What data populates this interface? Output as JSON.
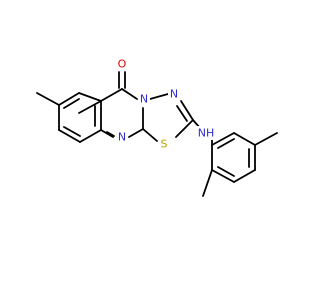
{
  "molecule": {
    "atoms": {
      "oxygen": {
        "label": "O",
        "color": "#e00000"
      },
      "n_fused": {
        "label": "N",
        "color": "#2d2dd6"
      },
      "n_ring_top": {
        "label": "N",
        "color": "#2d2dd6"
      },
      "n_ring_bottom": {
        "label": "N",
        "color": "#2d2dd6"
      },
      "sulfur": {
        "label": "S",
        "color": "#b8a400"
      },
      "nh": {
        "label": "NH",
        "color": "#2d2dd6"
      }
    }
  }
}
